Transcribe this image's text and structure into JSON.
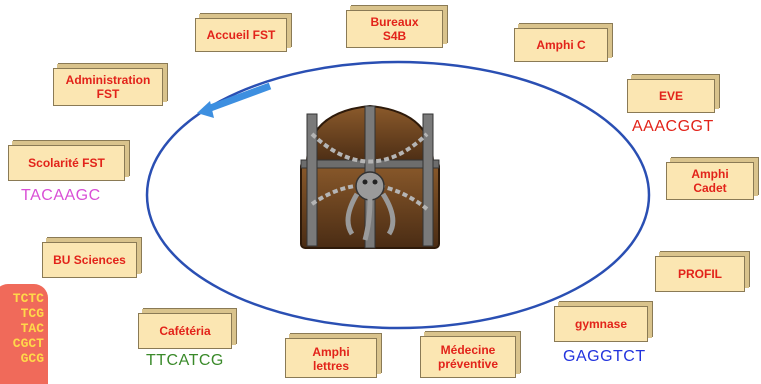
{
  "boxes": {
    "accueil": {
      "lines": [
        "Accueil FST"
      ]
    },
    "bureaux": {
      "lines": [
        "Bureaux",
        "S4B"
      ]
    },
    "amphi_c": {
      "lines": [
        "Amphi C"
      ]
    },
    "administration": {
      "lines": [
        "Administration",
        "FST"
      ]
    },
    "eve": {
      "lines": [
        "EVE"
      ]
    },
    "scolarite": {
      "lines": [
        "Scolarité FST"
      ]
    },
    "amphi_cadet": {
      "lines": [
        "Amphi",
        "Cadet"
      ]
    },
    "bu_sciences": {
      "lines": [
        "BU Sciences"
      ]
    },
    "profil": {
      "lines": [
        "PROFIL"
      ]
    },
    "cafeteria": {
      "lines": [
        "Cafétéria"
      ]
    },
    "gymnase": {
      "lines": [
        "gymnase"
      ]
    },
    "amphi_lettres": {
      "lines": [
        "Amphi",
        "lettres"
      ]
    },
    "medecine": {
      "lines": [
        "Médecine",
        "préventive"
      ]
    }
  },
  "sequences": {
    "eve": {
      "text": "AAACGGT",
      "color": "#e2231a"
    },
    "scolarite": {
      "text": "TACAAGC",
      "color": "#d94fd6"
    },
    "cafeteria": {
      "text": "TTCATCG",
      "color": "#3a8a2a"
    },
    "gymnase": {
      "text": "GAGGTCT",
      "color": "#2233dd"
    }
  },
  "dna_card": [
    "TCTC",
    "TCG",
    "TAC",
    "CGCT",
    "GCG"
  ],
  "colors": {
    "box_text": "#e2231a",
    "box_fill": "#fbe6b2",
    "ellipse": "#2a4fb3",
    "arrow": "#3d8fe0"
  },
  "icons": {
    "center_image": "treasure-chest-icon",
    "direction": "arrow-icon"
  }
}
